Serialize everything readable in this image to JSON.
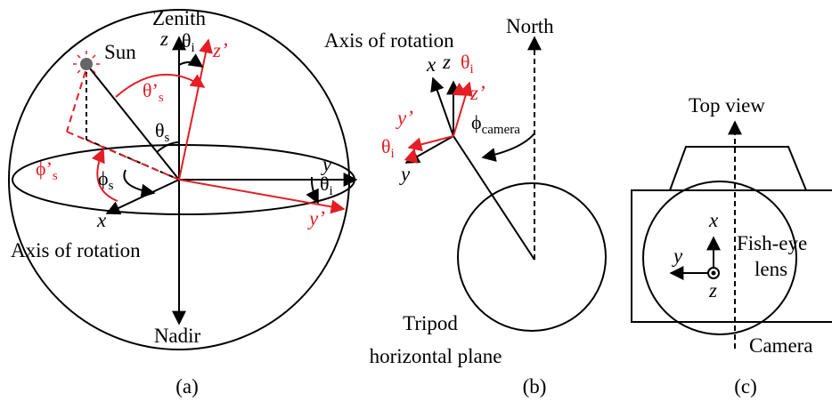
{
  "colors": {
    "ink": "#000000",
    "accent": "#e31e24",
    "sun_fill": "#666666",
    "sun_rays": "#e31e24",
    "background": "#ffffff"
  },
  "panel_a": {
    "caption": "(a)",
    "zenith": "Zenith",
    "nadir": "Nadir",
    "sun": "Sun",
    "axis_of_rotation": "Axis of rotation",
    "z": "z",
    "z_prime": "z’",
    "theta_i_top": "θ",
    "theta_i_top_sub": "i",
    "theta_s_prime": "θ’",
    "theta_s_prime_sub": "s",
    "theta_s": "θ",
    "theta_s_sub": "s",
    "phi_s_prime": "ϕ’",
    "phi_s_prime_sub": "s",
    "phi_s": "ϕ",
    "phi_s_sub": "s",
    "y": "y",
    "theta_i_right": "θ",
    "theta_i_right_sub": "i",
    "y_prime": "y’",
    "x": "x"
  },
  "panel_b": {
    "caption": "(b)",
    "axis_of_rotation": "Axis of rotation",
    "north": "North",
    "x": "x",
    "z": "z",
    "theta_i_top": "θ",
    "theta_i_top_sub": "i",
    "z_prime": "z’",
    "y_prime": "y’",
    "theta_i_left": "θ",
    "theta_i_left_sub": "i",
    "y": "y",
    "phi_camera": "ϕ",
    "phi_camera_sub": "camera",
    "tripod_line1": "Tripod",
    "tripod_line2": "horizontal plane"
  },
  "panel_c": {
    "caption": "(c)",
    "top_view": "Top view",
    "x": "x",
    "y": "y",
    "z": "z",
    "fisheye_line1": "Fish-eye",
    "fisheye_line2": "lens",
    "camera": "Camera"
  }
}
